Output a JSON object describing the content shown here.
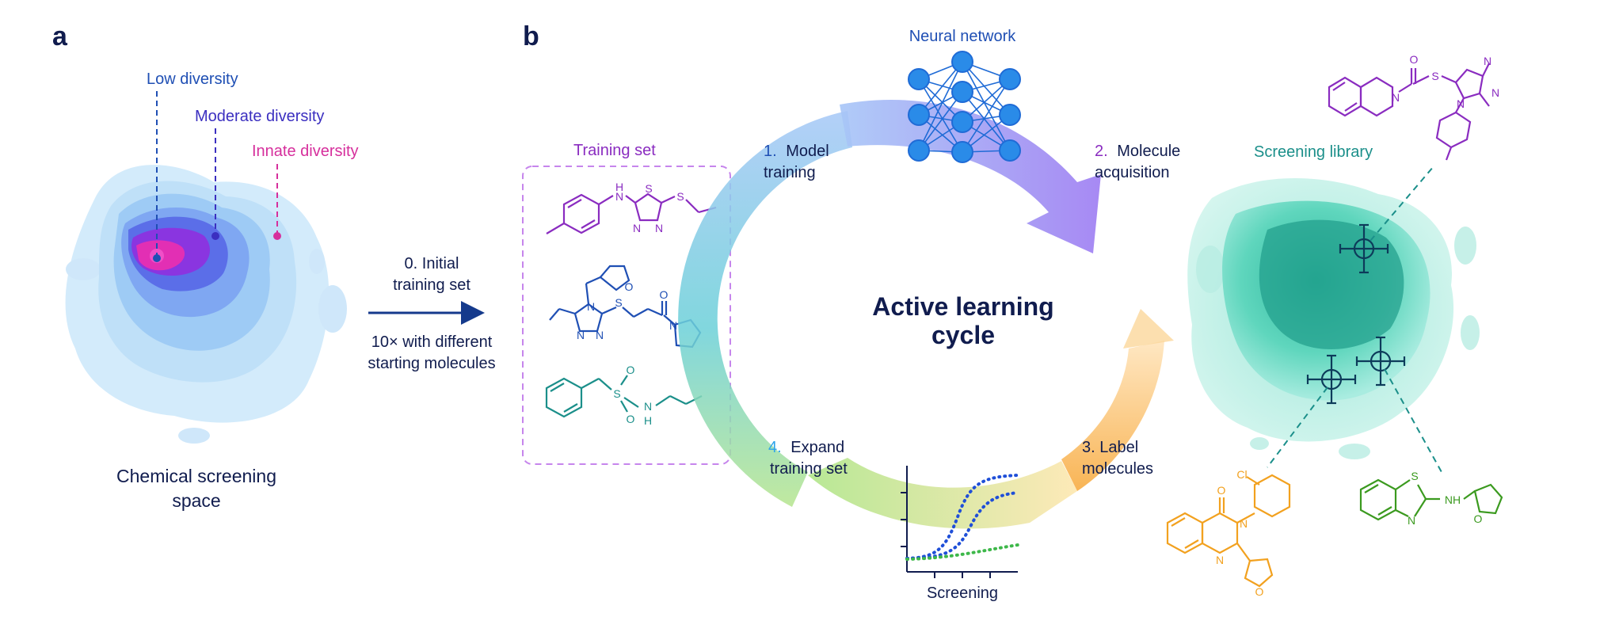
{
  "panel_a": {
    "label": "a",
    "low_diversity": "Low diversity",
    "moderate_diversity": "Moderate diversity",
    "innate_diversity": "Innate diversity",
    "space_line1": "Chemical screening",
    "space_line2": "space",
    "arrow_line1": "0. Initial",
    "arrow_line2": "training set",
    "repeat_line1": "10× with different",
    "repeat_line2": "starting molecules"
  },
  "panel_b": {
    "label": "b",
    "training_set_title": "Training set",
    "neural_network_title": "Neural network",
    "cycle_line1": "Active learning",
    "cycle_line2": "cycle",
    "step1_num": "1.",
    "step1_line1": "Model",
    "step1_line2": "training",
    "step2_num": "2.",
    "step2_line1": "Molecule",
    "step2_line2": "acquisition",
    "step3_line1": "3. Label",
    "step3_line2": "molecules",
    "step4_num": "4.",
    "step4_line1": "Expand",
    "step4_line2": "training set",
    "screening_label": "Screening",
    "library_title": "Screening library"
  },
  "atoms": {
    "n": "N",
    "h": "H",
    "nh": "NH",
    "s": "S",
    "o": "O",
    "cl": "Cl"
  },
  "colors": {
    "navy": "#101c4e",
    "blue": "#1f4fb4",
    "purple": "#8a2cc0",
    "magenta": "#d62f9c",
    "teal": "#1b8f8a",
    "orange": "#f2a11f",
    "green": "#3b9a1f",
    "sky": "#2ea4ea"
  }
}
